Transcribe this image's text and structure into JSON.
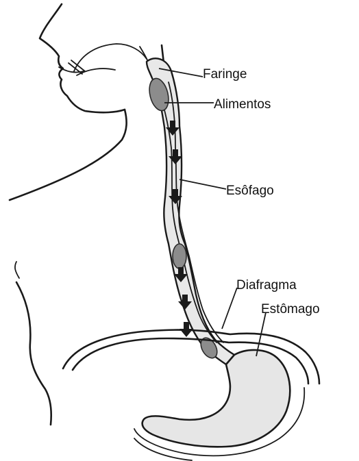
{
  "labels": {
    "faringe": "Faringe",
    "alimentos": "Alimentos",
    "esofago": "Esôfago",
    "diafragma": "Diafragma",
    "estomago": "Estômago"
  }
}
